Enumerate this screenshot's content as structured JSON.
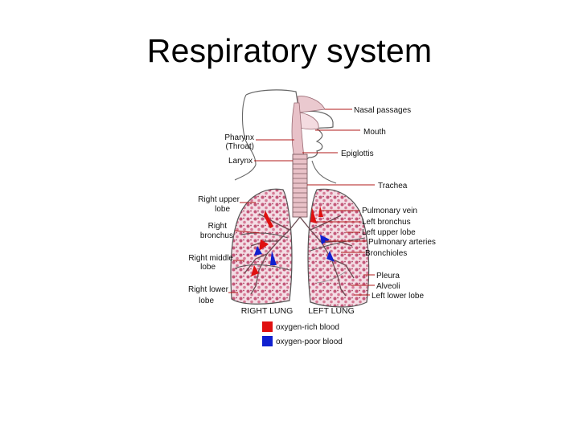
{
  "slide": {
    "title": "Respiratory system"
  },
  "diagram": {
    "labels_right": [
      "Nasal passages",
      "Mouth",
      "Epiglottis",
      "Trachea",
      "Pulmonary vein",
      "Left bronchus",
      "Left upper lobe",
      "Pulmonary arteries",
      "Bronchioles",
      "Pleura",
      "Alveoli",
      "Left lower lobe"
    ],
    "labels_left": [
      "Pharynx",
      "(Throat)",
      "Larynx",
      "Right upper",
      "lobe",
      "Right",
      "bronchus",
      "Right middle",
      "lobe",
      "Right lower",
      "lobe"
    ],
    "lung_names": {
      "right": "RIGHT LUNG",
      "left": "LEFT LUNG"
    },
    "legend": [
      {
        "label": "oxygen-rich blood",
        "color": "#e01010"
      },
      {
        "label": "oxygen-poor blood",
        "color": "#1020d0"
      }
    ]
  },
  "colors": {
    "lung_tissue": "#c4587a",
    "lung_outline": "#555555",
    "leader_line": "#b01818",
    "airway": "#e8c8cc"
  }
}
